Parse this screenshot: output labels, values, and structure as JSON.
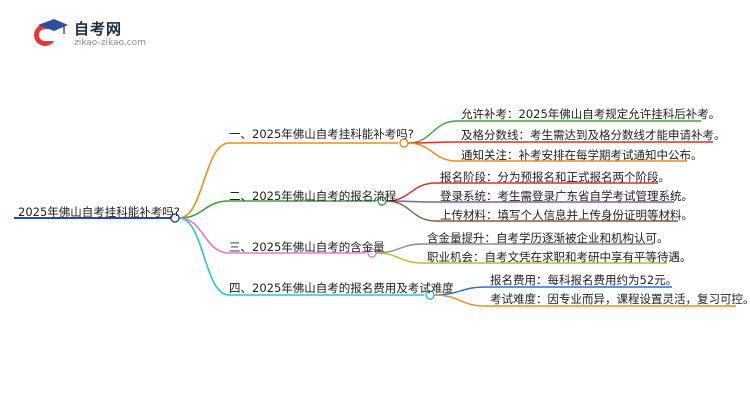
{
  "logo": {
    "title": "自考网",
    "subtitle": "zikao-zikao.com"
  },
  "root": {
    "label": "2025年佛山自考挂科能补考吗?"
  },
  "branches": [
    {
      "label": "一、2025年佛山自考挂科能补考吗?",
      "color": "#f08a24",
      "leaves": [
        {
          "label": "允许补考：2025年佛山自考规定允许挂科后补考。",
          "color": "#3aa43a"
        },
        {
          "label": "及格分数线：考生需达到及格分数线才能申请补考。",
          "color": "#d9312b"
        },
        {
          "label": "通知关注：补考安排在每学期考试通知中公布。",
          "color": "#f08a24"
        }
      ]
    },
    {
      "label": "二、2025年佛山自考的报名流程",
      "color": "#3aa43a",
      "leaves": [
        {
          "label": "报名阶段：分为预报名和正式报名两个阶段。",
          "color": "#d9312b"
        },
        {
          "label": "登录系统：考生需登录广东省自学考试管理系统。",
          "color": "#7b5cc4"
        },
        {
          "label": "上传材料：填写个人信息并上传身份证明等材料。",
          "color": "#8a5a3c"
        }
      ]
    },
    {
      "label": "三、2025年佛山自考的含金量",
      "color": "#e37bc9",
      "leaves": [
        {
          "label": "含金量提升：自考学历逐渐被企业和机构认可。",
          "color": "#8c8c8c"
        },
        {
          "label": "职业机会：自考文凭在求职和考研中享有平等待遇。",
          "color": "#b8b83a"
        }
      ]
    },
    {
      "label": "四、2025年佛山自考的报名费用及考试难度",
      "color": "#2cc3d6",
      "leaves": [
        {
          "label": "报名费用：每科报名费用约为52元。",
          "color": "#2f6fd0"
        },
        {
          "label": "考试难度：因专业而异，课程设置灵活，复习可控。",
          "color": "#f08a24"
        }
      ]
    }
  ]
}
